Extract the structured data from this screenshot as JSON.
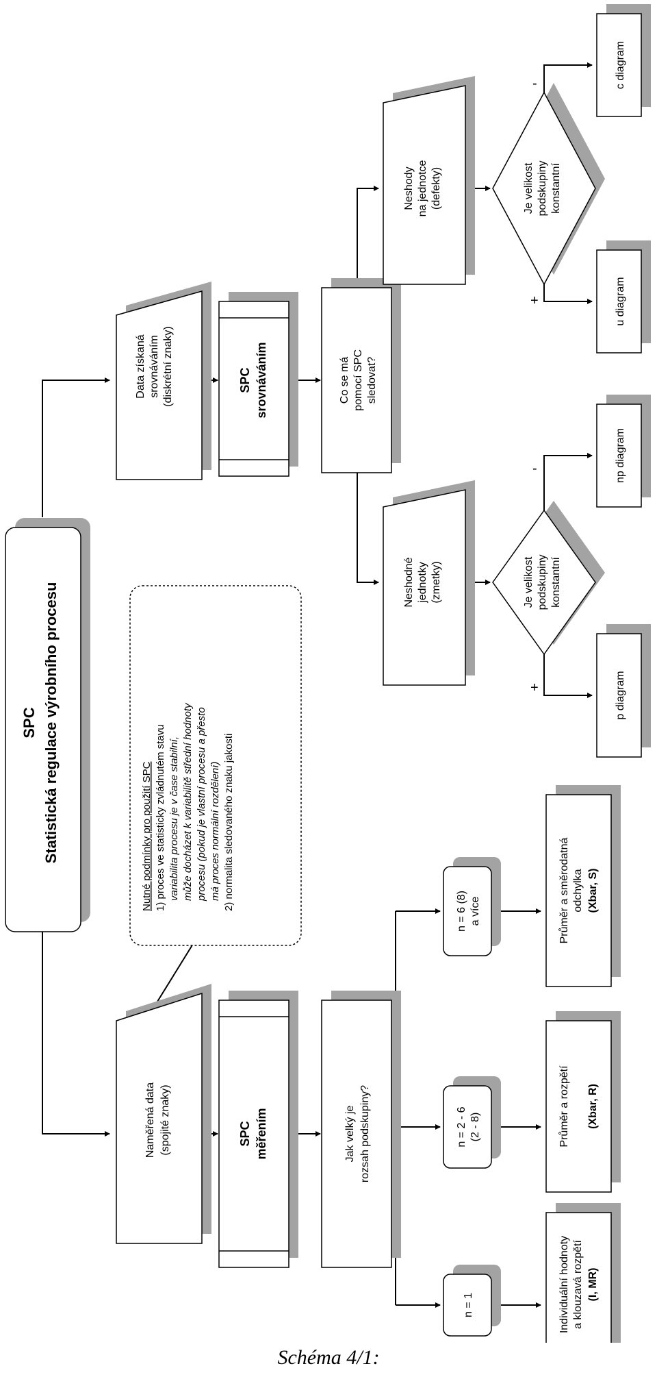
{
  "caption": "Schéma 4/1:",
  "colors": {
    "shadow": "#a3a3a3",
    "stroke": "#000000",
    "fill": "#ffffff"
  },
  "root": {
    "line1": "SPC",
    "line2": "Statistická regulace výrobního procesu"
  },
  "conditions": {
    "heading": "Nutné podmínky pro použití SPC",
    "lines": [
      "1) proces ve statisticky zvládnutém stavu",
      "variabilita procesu je v čase stabilní,",
      "může docházet k variabilitě střední hodnoty",
      "procesu (pokud je vlastní procesu a přesto",
      "má proces normální rozdělení)",
      "2) normalita sledovaného znaku jakosti"
    ]
  },
  "left": {
    "data": {
      "line1": "Naměřená data",
      "line2": "(spojité znaky)"
    },
    "spc": {
      "line1": "SPC",
      "line2": "měřením"
    },
    "question": {
      "line1": "Jak velký je",
      "line2": "rozsah podskupiny?"
    },
    "n1": {
      "line1": "n = 1"
    },
    "n2": {
      "line1": "n = 2 - 6",
      "line2": "(2 - 8)"
    },
    "n3": {
      "line1": "n = 6 (8)",
      "line2": "a více"
    },
    "chart1": {
      "line1": "Individuální hodnoty",
      "line2": "a klouzavá rozpětí",
      "line3": "(I, MR)"
    },
    "chart2": {
      "line1": "Průměr a rozpětí",
      "line2": "(Xbar, R)"
    },
    "chart3": {
      "line1": "Průměr a směrodatná",
      "line2": "odchylka",
      "line3": "(Xbar, S)"
    }
  },
  "right": {
    "data": {
      "line1": "Data získaná",
      "line2": "srovnáváním",
      "line3": "(diskrétní znaky)"
    },
    "spc": {
      "line1": "SPC",
      "line2": "srovnáváním"
    },
    "question": {
      "line1": "Co se má",
      "line2": "pomocí SPC",
      "line3": "sledovat?"
    },
    "defectives": {
      "line1": "Neshodné",
      "line2": "jednotky",
      "line3": "(zmetky)"
    },
    "defects": {
      "line1": "Neshody",
      "line2": "na jednotce",
      "line3": "(defekty)"
    },
    "decision1": {
      "line1": "Je velikost",
      "line2": "podskupiny",
      "line3": "konstantní"
    },
    "decision2": {
      "line1": "Je velikost",
      "line2": "podskupiny",
      "line3": "konstantní"
    },
    "plus1": "+",
    "minus1": "-",
    "plus2": "+",
    "minus2": "-",
    "p_chart": "p diagram",
    "np_chart": "np diagram",
    "u_chart": "u diagram",
    "c_chart": "c diagram"
  }
}
